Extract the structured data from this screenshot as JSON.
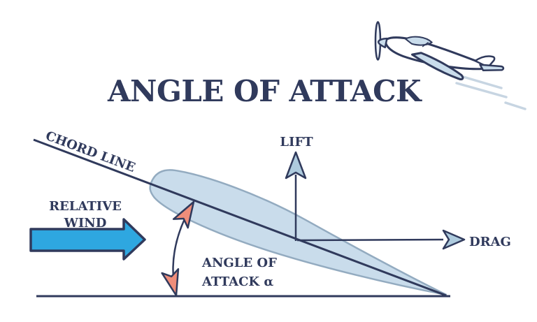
{
  "title": "ANGLE OF ATTACK",
  "diagram": {
    "chord_line_label": "CHORD LINE",
    "lift_label": "LIFT",
    "drag_label": "DRAG",
    "relative_wind": {
      "line1": "RELATIVE",
      "line2": "WIND"
    },
    "angle_of_attack": {
      "line1": "ANGLE OF",
      "line2": "ATTACK α"
    }
  },
  "icons": {
    "airplane": "airplane-icon",
    "wind_arrow": "relative-wind-arrow-icon",
    "lift_arrow": "lift-arrow-icon",
    "drag_arrow": "drag-arrow-icon",
    "angle_arc": "angle-double-arrow-icon"
  },
  "colors": {
    "navy": "#303A5C",
    "airfoil_fill": "#C9DCEB",
    "airfoil_stroke": "#93ABC0",
    "arrowhead_fill": "#AECBDE",
    "wind_arrow_fill": "#2EA7E0",
    "angle_arrow_fill": "#EF8D7A",
    "trail": "#C7D5E2",
    "bg": "#FFFFFF"
  }
}
